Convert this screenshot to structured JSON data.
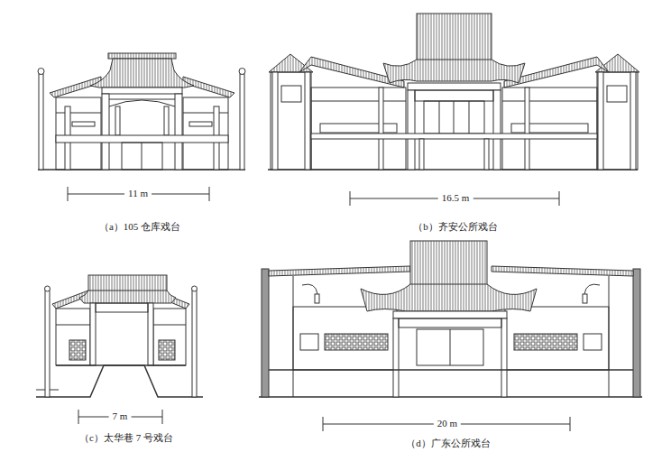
{
  "diagram": {
    "labels": [
      "11 m",
      "（a）105 仓库戏台",
      "16.5 m",
      "（b）齐安公所戏台",
      "7 m",
      "（c）太华巷 7 号戏台",
      "20 m",
      "（d）广东公所戏台"
    ]
  }
}
